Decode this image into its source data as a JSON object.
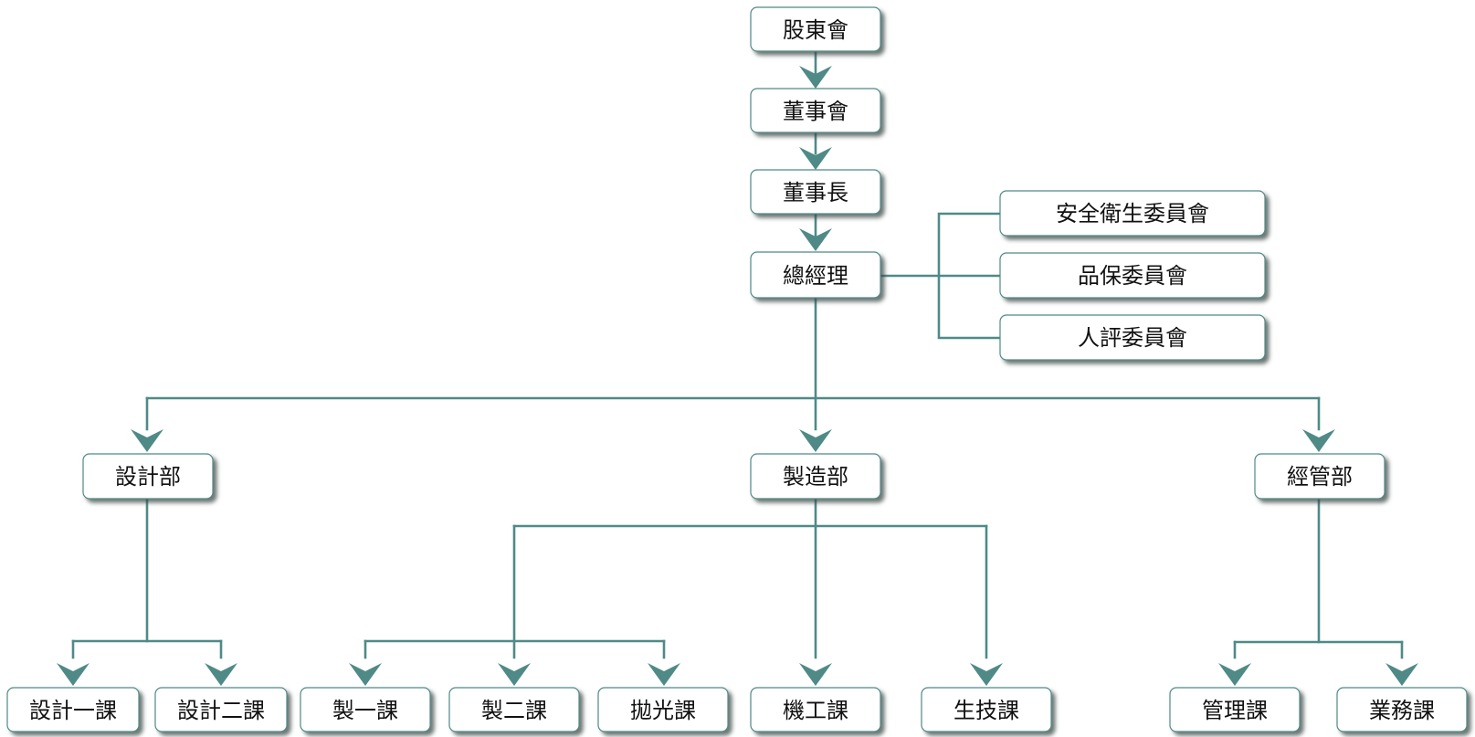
{
  "nodes": {
    "shareholders": "股東會",
    "board": "董事會",
    "chairman": "董事長",
    "gm": "總經理",
    "safety_committee": "安全衛生委員會",
    "quality_committee": "品保委員會",
    "personnel_committee": "人評委員會",
    "design_dept": "設計部",
    "manufacturing_dept": "製造部",
    "management_dept": "經管部",
    "design_section_1": "設計一課",
    "design_section_2": "設計二課",
    "mfg_section_1": "製一課",
    "mfg_section_2": "製二課",
    "polishing_section": "拋光課",
    "machining_section": "機工課",
    "production_tech_section": "生技課",
    "admin_section": "管理課",
    "business_section": "業務課"
  },
  "colors": {
    "connector": "#4f8a87",
    "box_border": "#4f8a87",
    "box_shadow": "#3d4a47",
    "text": "#111111"
  }
}
